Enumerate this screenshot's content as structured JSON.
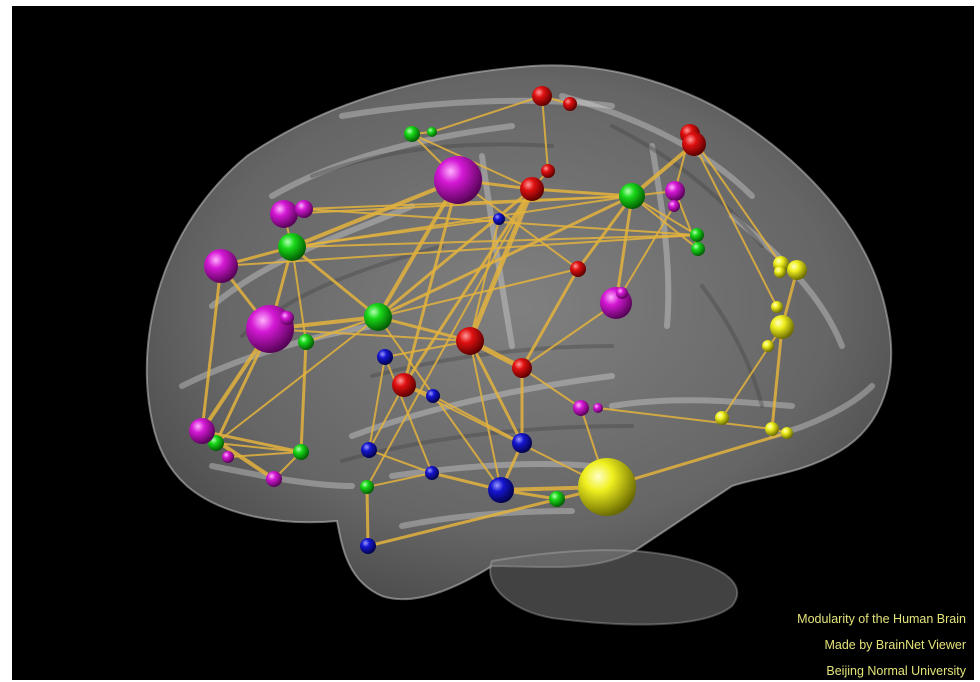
{
  "caption": {
    "line1": "Modularity of the Human Brain",
    "line2": "Made by BrainNet Viewer",
    "line3": "Beijing Normal University"
  },
  "colors": {
    "background": "#000000",
    "edge": "#e3b33c",
    "caption_text": "#e3e37a",
    "module_red": "#e01010",
    "module_green": "#18d818",
    "module_magenta": "#d418d4",
    "module_blue": "#1515d0",
    "module_yellow": "#f0f020",
    "cortex_surface": "#b8b8b8"
  },
  "icons": {
    "node": "shaded-sphere",
    "edge": "tube-line"
  }
}
